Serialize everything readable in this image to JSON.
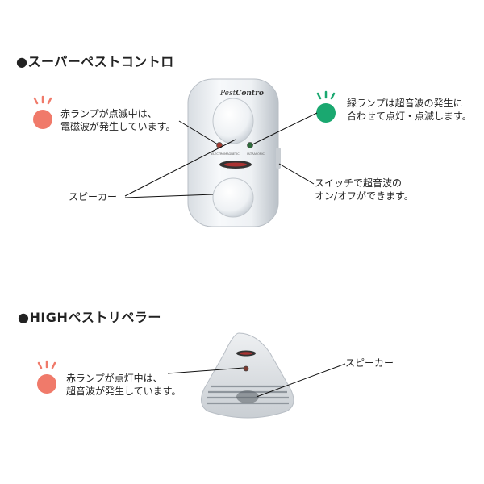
{
  "section1": {
    "heading": "●スーパーペストコントロ",
    "device_logo_a": "Pest",
    "device_logo_b": "Contro",
    "device_small_left": "ELECTROMAGNETIC",
    "device_small_right": "ULTRASONIC",
    "red_note": [
      "赤ランプが点滅中は、",
      "電磁波が発生しています。"
    ],
    "green_note": [
      "緑ランプは超音波の発生に",
      "合わせて点灯・点滅します。"
    ],
    "speaker_note": "スピーカー",
    "switch_note": [
      "スイッチで超音波の",
      "オン/オフができます。"
    ]
  },
  "section2": {
    "heading": "●HIGHペストリペラー",
    "red_note": [
      "赤ランプが点灯中は、",
      "超音波が発生しています。"
    ],
    "speaker_note": "スピーカー"
  },
  "colors": {
    "red_lamp": "#f07a6a",
    "green_lamp": "#1aa870",
    "ray_red": "#f07a6a",
    "ray_green": "#1aa870"
  }
}
